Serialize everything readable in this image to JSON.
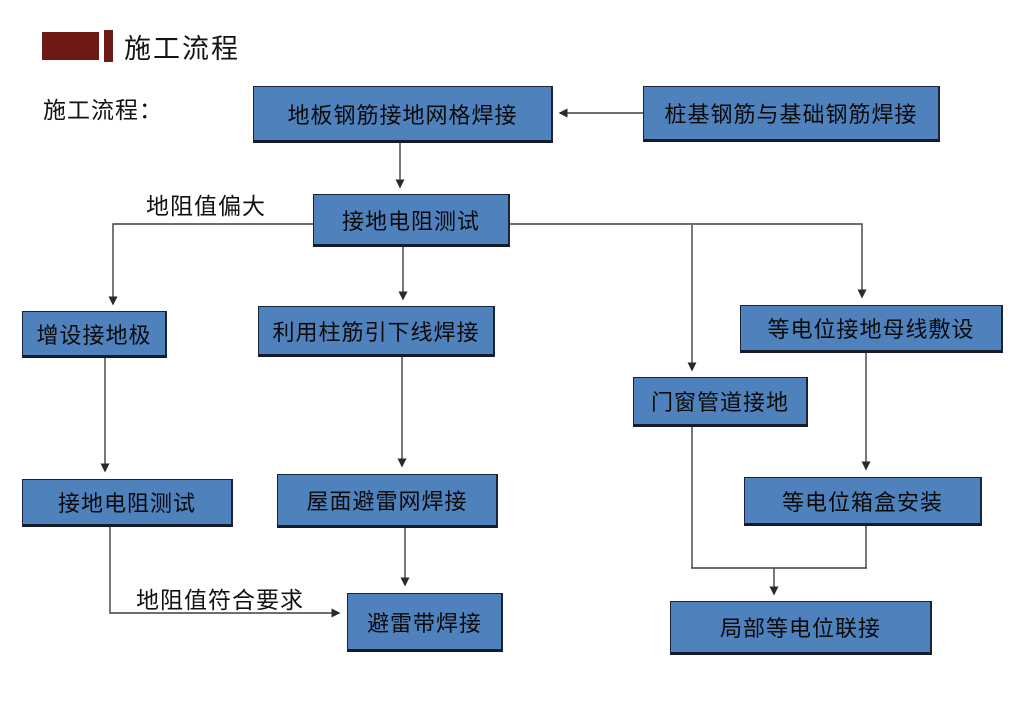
{
  "header": {
    "title": "施工流程"
  },
  "flow_label": "施工流程：",
  "boxes": {
    "floor_grid": "地板钢筋接地网格焊接",
    "pile_weld": "桩基钢筋与基础钢筋焊接",
    "resistance_test_1": "接地电阻测试",
    "add_electrode": "增设接地极",
    "column_downlead": "利用柱筋引下线焊接",
    "door_window": "门窗管道接地",
    "busbar_laying": "等电位接地母线敷设",
    "resistance_test_2": "接地电阻测试",
    "roof_net": "屋面避雷网焊接",
    "eq_box_install": "等电位箱盒安装",
    "lightning_belt": "避雷带焊接",
    "local_bonding": "局部等电位联接"
  },
  "edge_labels": {
    "too_high": "地阻值偏大",
    "meets_req": "地阻值符合要求"
  },
  "colors": {
    "box_fill": "#4f81bd",
    "box_border": "#17233a",
    "accent_red": "#6e1a14",
    "line": "#3f3f3f"
  }
}
